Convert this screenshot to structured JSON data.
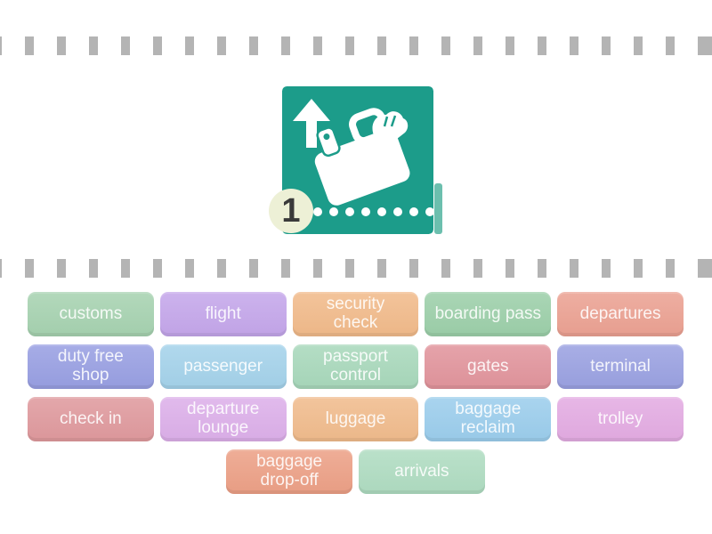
{
  "perforation_color": "#b4b4b4",
  "question": {
    "number": "1",
    "badge_color": "#edf0d6",
    "sign_color": "#1c9c8a",
    "icon_names": [
      "up-arrow-icon",
      "suitcase-icon",
      "hand-icon",
      "conveyor-dots-icon"
    ],
    "dots_count": 8
  },
  "answers": {
    "rows": [
      {
        "tiles": [
          {
            "label": "customs",
            "color": "#a6d2b0"
          },
          {
            "label": "flight",
            "color": "#c4a6ea"
          },
          {
            "label": "security\ncheck",
            "color": "#f1ba8a"
          },
          {
            "label": "boarding pass",
            "color": "#9ccfa9"
          },
          {
            "label": "departures",
            "color": "#eba192"
          }
        ]
      },
      {
        "tiles": [
          {
            "label": "duty free\nshop",
            "color": "#989fe2"
          },
          {
            "label": "passenger",
            "color": "#a4d2ea"
          },
          {
            "label": "passport\ncontrol",
            "color": "#a8d8bb"
          },
          {
            "label": "gates",
            "color": "#e1949c"
          },
          {
            "label": "terminal",
            "color": "#9aa1e1"
          }
        ]
      },
      {
        "tiles": [
          {
            "label": "check in",
            "color": "#df999d"
          },
          {
            "label": "departure\nlounge",
            "color": "#dcafe9"
          },
          {
            "label": "luggage",
            "color": "#f0bb8c"
          },
          {
            "label": "baggage\nreclaim",
            "color": "#9bcdec"
          },
          {
            "label": "trolley",
            "color": "#e3abe2"
          }
        ]
      },
      {
        "tiles": [
          {
            "label": "baggage\ndrop-off",
            "color": "#eca086"
          },
          {
            "label": "arrivals",
            "color": "#afdcc1"
          }
        ]
      }
    ]
  }
}
